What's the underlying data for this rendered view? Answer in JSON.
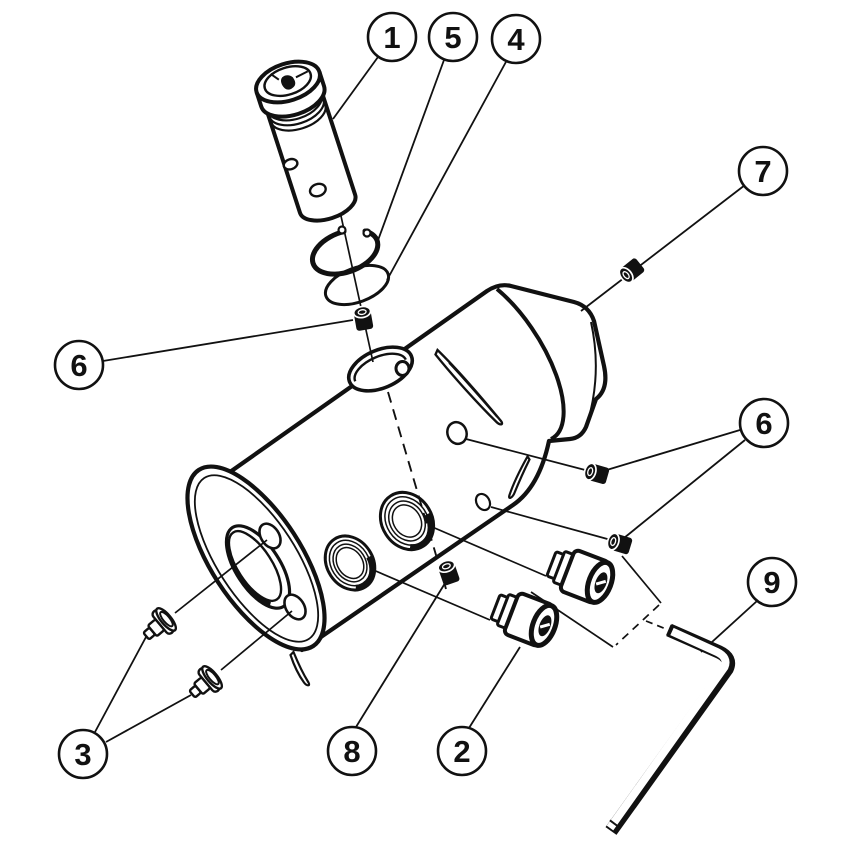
{
  "figure": {
    "kind": "exploded-parts-diagram",
    "background_color": "#ffffff",
    "line_color": "#111111",
    "balloon_fill": "#ffffff"
  },
  "callouts": [
    {
      "label": "1"
    },
    {
      "label": "5"
    },
    {
      "label": "4"
    },
    {
      "label": "7"
    },
    {
      "label": "6"
    },
    {
      "label": "6"
    },
    {
      "label": "9"
    },
    {
      "label": "3"
    },
    {
      "label": "8"
    },
    {
      "label": "2"
    }
  ]
}
